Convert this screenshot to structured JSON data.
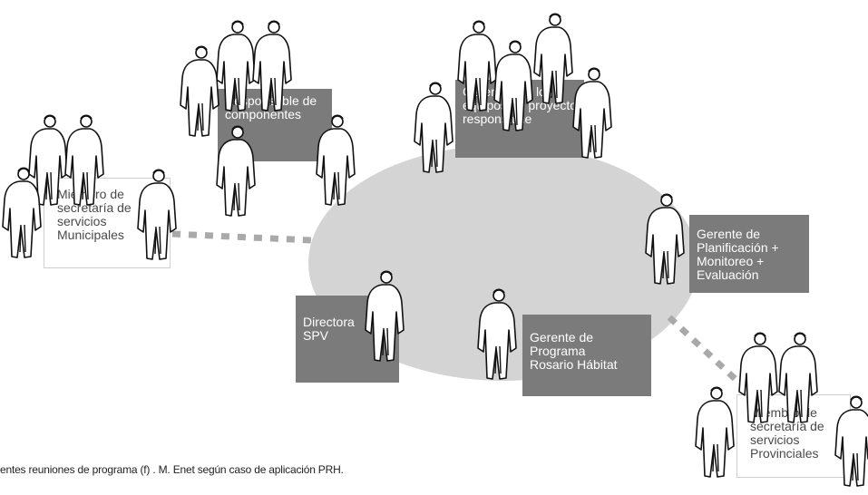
{
  "colors": {
    "ellipse": "#d4d4d4",
    "dark_box": "#7b7b7b",
    "dots": "#a9a9a9",
    "figure_stroke": "#111111"
  },
  "boxes": {
    "responsable": [
      "Responsable de",
      "componentes"
    ],
    "gerentes_equipos": [
      "Gerentes de los",
      "equipos de proyecto",
      "responsable"
    ],
    "miembro_municipal": [
      "Miembro de",
      "secretaría de",
      "servicios",
      "Municipales"
    ],
    "gerente_planificacion": [
      "Gerente de",
      "Planificación +",
      "Monitoreo +",
      "Evaluación"
    ],
    "directora": [
      "Directora",
      "SPV"
    ],
    "gerente_programa": [
      "Gerente de",
      "Programa",
      "Rosario Hábitat"
    ],
    "miembro_provincial": [
      "Miembro de",
      "secretaría de",
      "servicios",
      "Provinciales"
    ]
  },
  "caption": "entes reuniones de programa (f) . M. Enet según caso de aplicación PRH."
}
